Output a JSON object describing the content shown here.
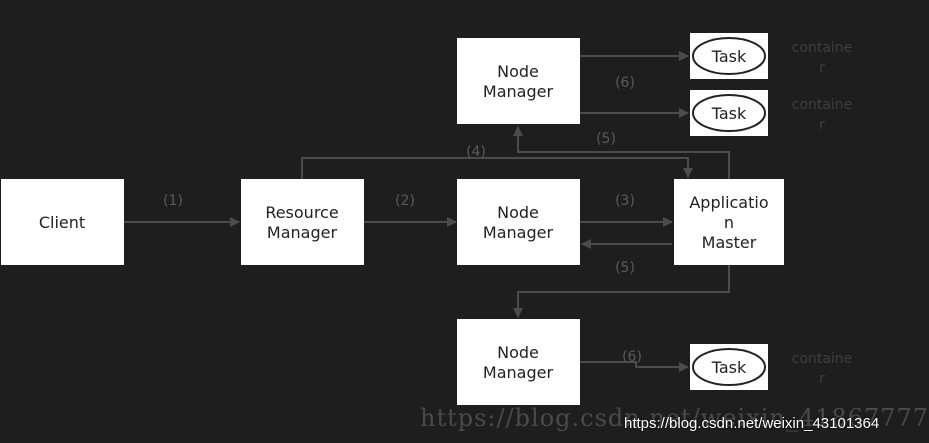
{
  "colors": {
    "background": "#1e1e1e",
    "box_fill": "#ffffff",
    "box_text": "#222222",
    "edge": "#4c4c4c",
    "edge_label": "#5a5a5a",
    "faint_label": "#3e3e3e"
  },
  "nodes": [
    {
      "id": "client",
      "lines": [
        "Client"
      ]
    },
    {
      "id": "resource-manager",
      "lines": [
        "Resource",
        "Manager"
      ]
    },
    {
      "id": "node-manager-top",
      "lines": [
        "Node",
        "Manager"
      ]
    },
    {
      "id": "node-manager-middle",
      "lines": [
        "Node",
        "Manager"
      ]
    },
    {
      "id": "node-manager-bottom",
      "lines": [
        "Node",
        "Manager"
      ]
    },
    {
      "id": "application-master",
      "lines": [
        "Applicatio",
        "n",
        "Master"
      ]
    }
  ],
  "tasks": [
    {
      "id": "task-1",
      "label": "Task",
      "container_lines": [
        "containe",
        "r"
      ]
    },
    {
      "id": "task-2",
      "label": "Task",
      "container_lines": [
        "containe",
        "r"
      ]
    },
    {
      "id": "task-3",
      "label": "Task",
      "container_lines": [
        "containe",
        "r"
      ]
    }
  ],
  "edges": [
    {
      "id": "client-to-rm",
      "label": "(1)"
    },
    {
      "id": "rm-to-nm-middle",
      "label": "(2)"
    },
    {
      "id": "nm-middle-to-am",
      "label": "(3)"
    },
    {
      "id": "rm-am-loop",
      "label": "(4)"
    },
    {
      "id": "am-to-nm-top",
      "label": "(5)"
    },
    {
      "id": "am-to-nm-middle",
      "label": ""
    },
    {
      "id": "am-to-nm-bottom",
      "label": "(5)"
    },
    {
      "id": "nm-top-to-task-1",
      "label": "(6)"
    },
    {
      "id": "nm-top-to-task-2",
      "label": ""
    },
    {
      "id": "nm-bottom-to-task-3",
      "label": "(6)"
    }
  ],
  "watermark": {
    "faint": "https://blog.csdn.net/weixin_41867777",
    "bright": "https://blog.csdn.net/weixin_43101364"
  }
}
